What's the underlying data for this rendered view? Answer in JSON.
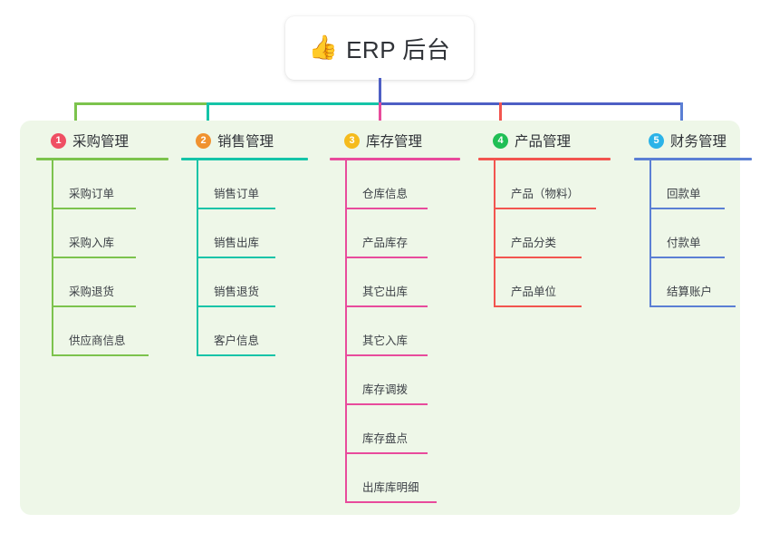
{
  "root": {
    "icon": "thumbs-up-icon",
    "emoji": "👍",
    "title": "ERP 后台"
  },
  "panel": {
    "background": "#eef7e8"
  },
  "connector": {
    "stem_color": "#4e5fc4",
    "segments": [
      {
        "color": "#7cc34d"
      },
      {
        "color": "#15c4a8"
      },
      {
        "color": "#4e5fc4"
      }
    ]
  },
  "columns": [
    {
      "index": "1",
      "badge_text": "❶",
      "badge_number": "1",
      "badge_color": "#ef4f63",
      "title": "采购管理",
      "line_color": "#7cc34d",
      "items": [
        {
          "label": "采购订单"
        },
        {
          "label": "采购入库"
        },
        {
          "label": "采购退货"
        },
        {
          "label": "供应商信息"
        }
      ]
    },
    {
      "index": "2",
      "badge_text": "❷",
      "badge_number": "2",
      "badge_color": "#f0922f",
      "title": "销售管理",
      "line_color": "#15c4a8",
      "items": [
        {
          "label": "销售订单"
        },
        {
          "label": "销售出库"
        },
        {
          "label": "销售退货"
        },
        {
          "label": "客户信息"
        }
      ]
    },
    {
      "index": "3",
      "badge_text": "❸",
      "badge_number": "3",
      "badge_color": "#f5bb1d",
      "title": "库存管理",
      "line_color": "#e84b9c",
      "items": [
        {
          "label": "仓库信息"
        },
        {
          "label": "产品库存"
        },
        {
          "label": "其它出库"
        },
        {
          "label": "其它入库"
        },
        {
          "label": "库存调拨"
        },
        {
          "label": "库存盘点"
        },
        {
          "label": "出库库明细"
        }
      ]
    },
    {
      "index": "4",
      "badge_text": "❹",
      "badge_number": "4",
      "badge_color": "#20bf55",
      "title": "产品管理",
      "line_color": "#f2554f",
      "items": [
        {
          "label": "产品（物料）"
        },
        {
          "label": "产品分类"
        },
        {
          "label": "产品单位"
        }
      ]
    },
    {
      "index": "5",
      "badge_text": "❺",
      "badge_number": "5",
      "badge_color": "#2bb3e8",
      "title": "财务管理",
      "line_color": "#5b7fd4",
      "items": [
        {
          "label": "回款单"
        },
        {
          "label": "付款单"
        },
        {
          "label": "结算账户"
        }
      ]
    }
  ]
}
